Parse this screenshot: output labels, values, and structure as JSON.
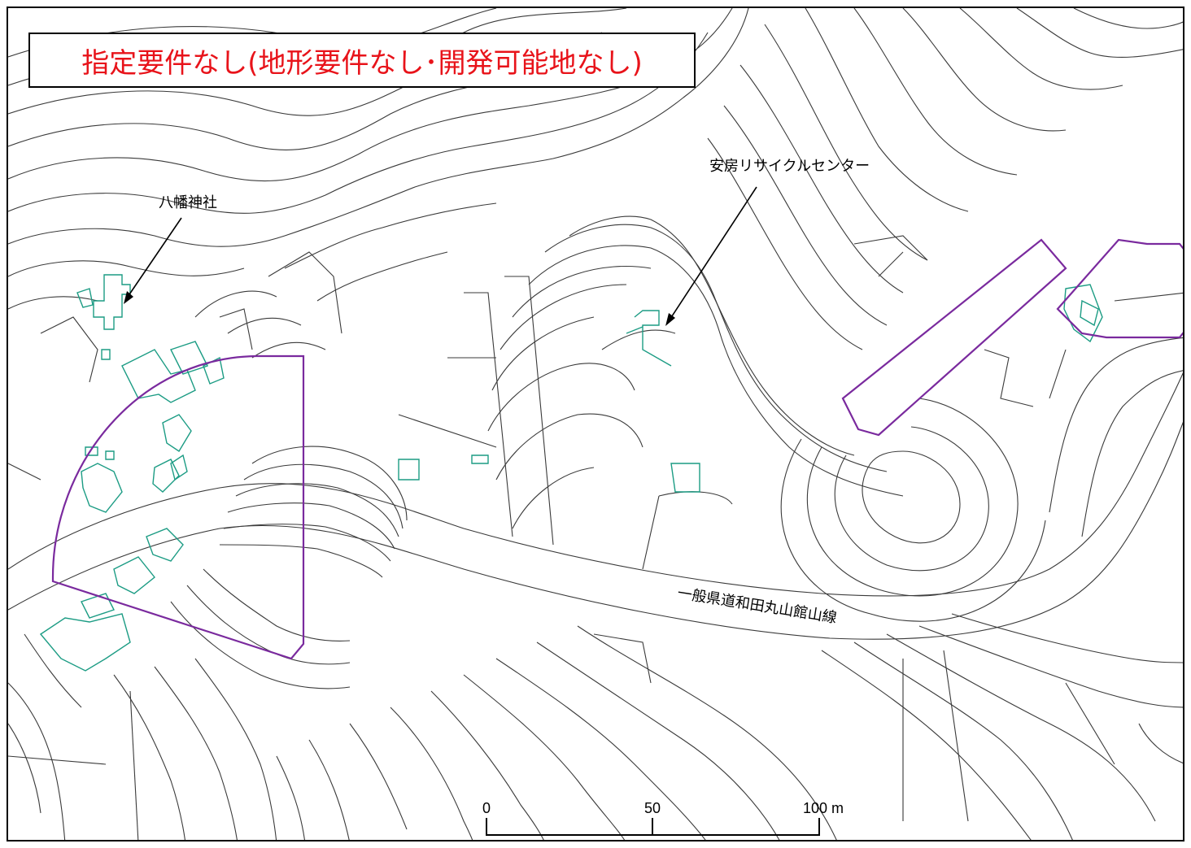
{
  "title": "指定要件なし(地形要件なし･開発可能地なし)",
  "colors": {
    "title_text": "#e8131a",
    "contour": "#3a3a3a",
    "building": "#1c9c84",
    "designated_zone": "#7a2a9e"
  },
  "labels": {
    "shrine": "八幡神社",
    "recycle_center": "安房リサイクルセンター",
    "road": "一般県道和田丸山館山線"
  },
  "scale_bar": {
    "tick0": "0",
    "tick1": "50",
    "tick2": "100 m"
  }
}
